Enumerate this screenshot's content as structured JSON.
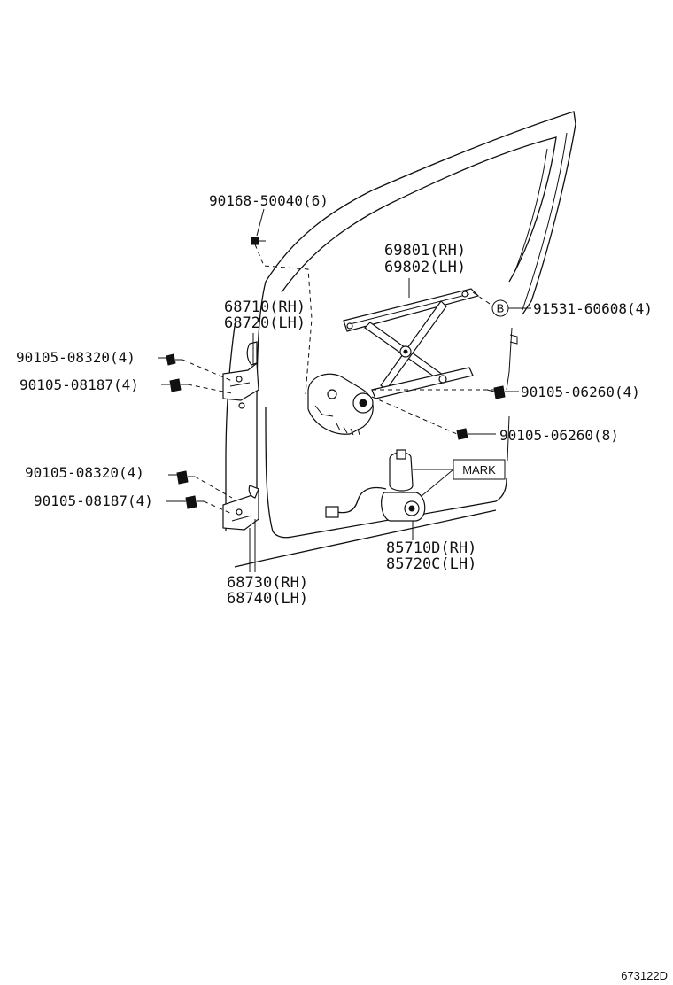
{
  "labels": {
    "screw_top": "90168-50040(6)",
    "regulator_rh": "69801(RH)",
    "regulator_lh": "69802(LH)",
    "upper_hinge_rh": "68710(RH)",
    "upper_hinge_lh": "68720(LH)",
    "bolt_b": "91531-60608(4)",
    "bolt_upper_1": "90105-08320(4)",
    "bolt_upper_2": "90105-08187(4)",
    "bolt_reg_1": "90105-06260(4)",
    "bolt_reg_2": "90105-06260(8)",
    "mark": "MARK",
    "bolt_lower_1": "90105-08320(4)",
    "bolt_lower_2": "90105-08187(4)",
    "motor_rh": "85710D(RH)",
    "motor_lh": "85720C(LH)",
    "lower_hinge_rh": "68730(RH)",
    "lower_hinge_lh": "68740(LH)",
    "b_marker": "B",
    "diagram_ref": "673122D"
  }
}
